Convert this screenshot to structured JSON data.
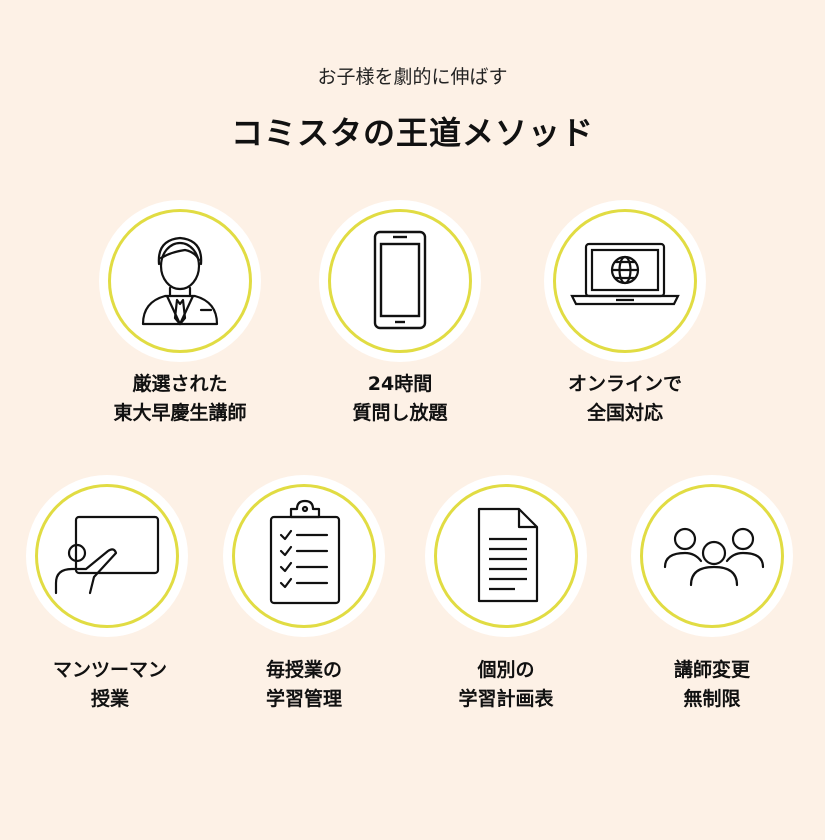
{
  "header": {
    "subtitle": "お子様を劇的に伸ばす",
    "title": "コミスタの王道メソッド"
  },
  "features": [
    {
      "icon": "tutor-icon",
      "line1": "厳選された",
      "line2": "東大早慶生講師"
    },
    {
      "icon": "smartphone-icon",
      "line1": "24時間",
      "line2": "質問し放題"
    },
    {
      "icon": "laptop-globe-icon",
      "line1": "オンラインで",
      "line2": "全国対応"
    },
    {
      "icon": "teacher-board-icon",
      "line1": "マンツーマン",
      "line2": "授業"
    },
    {
      "icon": "checklist-clipboard-icon",
      "line1": "毎授業の",
      "line2": "学習管理"
    },
    {
      "icon": "document-icon",
      "line1": "個別の",
      "line2": "学習計画表"
    },
    {
      "icon": "group-icon",
      "line1": "講師変更",
      "line2": "無制限"
    }
  ],
  "colors": {
    "background": "#fdf1e6",
    "ring": "#e1dc43",
    "text": "#111111"
  }
}
